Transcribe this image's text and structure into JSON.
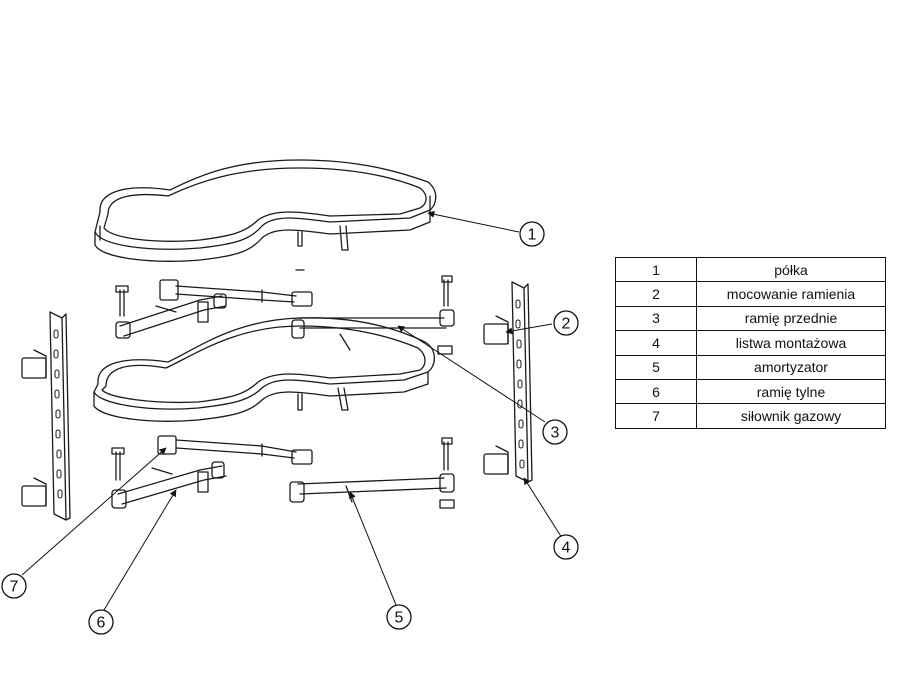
{
  "callouts": [
    {
      "num": "1"
    },
    {
      "num": "2"
    },
    {
      "num": "3"
    },
    {
      "num": "4"
    },
    {
      "num": "5"
    },
    {
      "num": "6"
    },
    {
      "num": "7"
    }
  ],
  "legend": [
    {
      "num": "1",
      "name": "półka"
    },
    {
      "num": "2",
      "name": "mocowanie ramienia"
    },
    {
      "num": "3",
      "name": "ramię przednie"
    },
    {
      "num": "4",
      "name": "listwa montażowa"
    },
    {
      "num": "5",
      "name": "amortyzator"
    },
    {
      "num": "6",
      "name": "ramię tylne"
    },
    {
      "num": "7",
      "name": "siłownik gazowy"
    }
  ]
}
